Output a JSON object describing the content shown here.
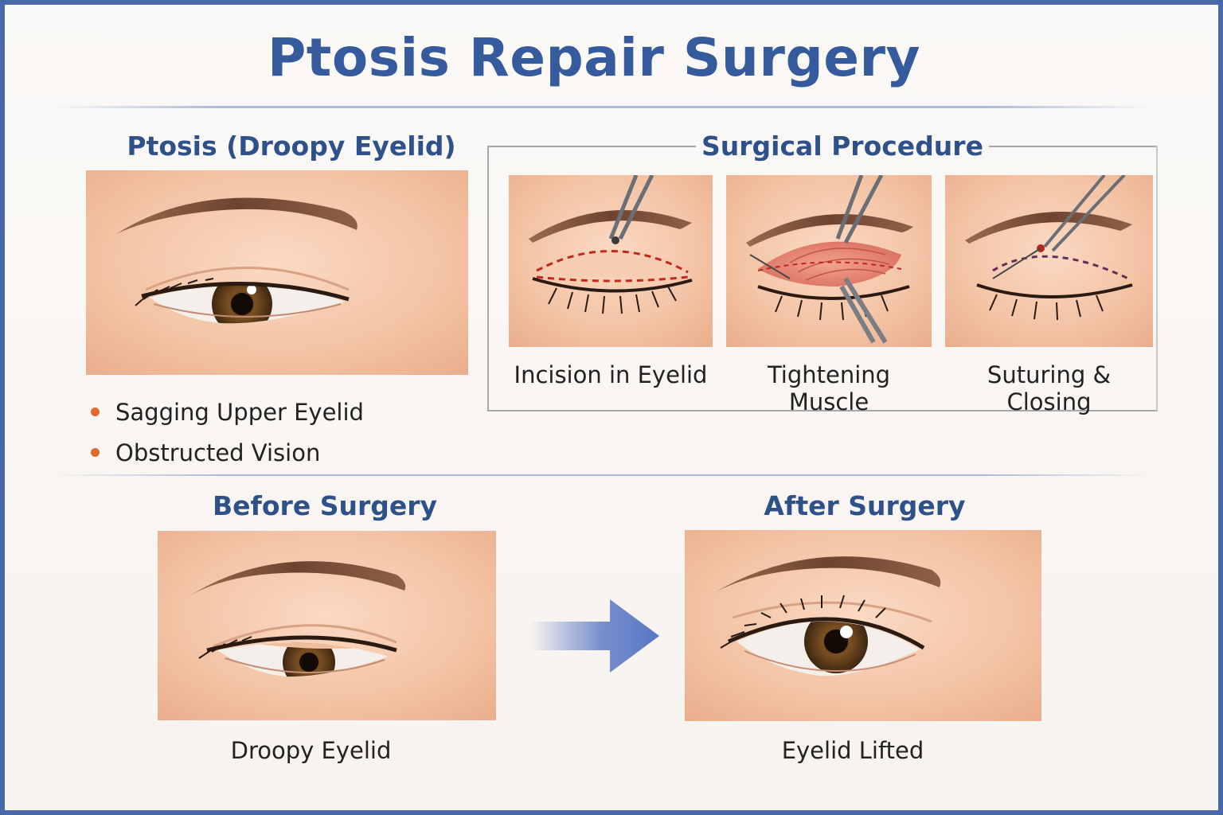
{
  "title": "Ptosis Repair Surgery",
  "ptosis": {
    "heading": "Ptosis (Droopy Eyelid)",
    "bullets": [
      "Sagging Upper Eyelid",
      "Obstructed Vision"
    ]
  },
  "procedure": {
    "heading": "Surgical Procedure",
    "steps": [
      {
        "label": "Incision in Eyelid"
      },
      {
        "label": "Tightening Muscle"
      },
      {
        "label": "Suturing & Closing"
      }
    ]
  },
  "before": {
    "heading": "Before Surgery",
    "caption": "Droopy Eyelid"
  },
  "after": {
    "heading": "After Surgery",
    "caption": "Eyelid Lifted"
  },
  "colors": {
    "accent": "#355b9c",
    "border": "#4a67a8",
    "bullet": "#e06a2c",
    "skin": "#f3c7a8"
  }
}
